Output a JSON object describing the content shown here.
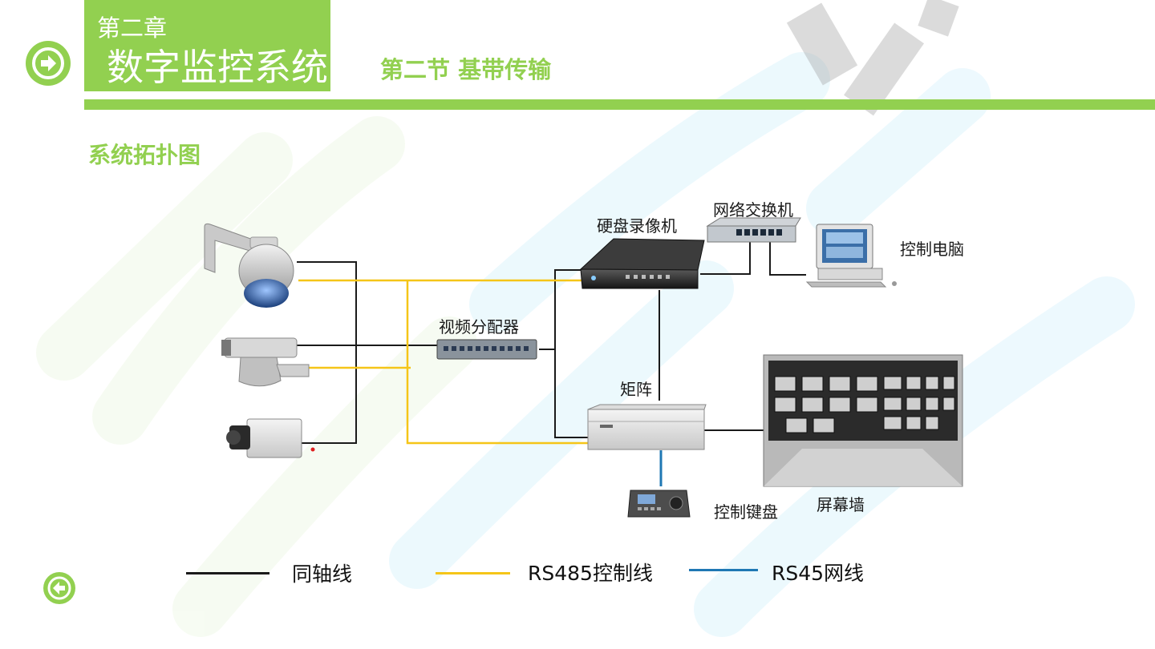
{
  "header": {
    "chapter_number": "第二章",
    "chapter_title": "数字监控系统",
    "section_title": "第二节  基带传输"
  },
  "subtitle": "系统拓扑图",
  "diagram": {
    "labels": {
      "dvr": "硬盘录像机",
      "switch": "网络交换机",
      "pc": "控制电脑",
      "splitter": "视频分配器",
      "matrix": "矩阵",
      "keyboard": "控制键盘",
      "wall": "屏幕墙"
    },
    "colors": {
      "coax": "#1a1a1a",
      "rs485": "#f5c518",
      "network": "#1f78b4"
    }
  },
  "legend": [
    {
      "label": "同轴线",
      "color": "#1a1a1a"
    },
    {
      "label": "RS485控制线",
      "color": "#f5c518"
    },
    {
      "label": "RS45网线",
      "color": "#1f78b4"
    }
  ],
  "colors": {
    "accent": "#92d050"
  },
  "icons": {
    "next": "arrow-right-circle-icon",
    "prev": "arrow-left-circle-icon"
  }
}
